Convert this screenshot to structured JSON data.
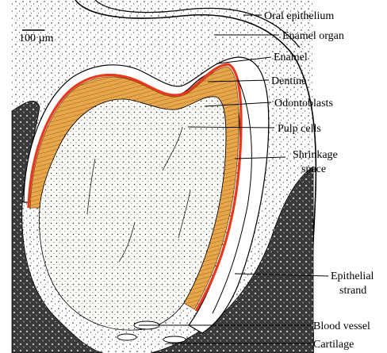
{
  "scale_bar": {
    "label": "100 µm"
  },
  "labels": {
    "oral_epithelium": "Oral epithelium",
    "enamel_organ": "Enamel organ",
    "enamel": "Enamel",
    "dentine": "Dentine",
    "odontoblasts": "Odontoblasts",
    "pulp_cells": "Pulp cells",
    "shrinkage_space_line1": "Shrinkage",
    "shrinkage_space_line2": "space",
    "epithelial_strand_line1": "Epithelial",
    "epithelial_strand_line2": "strand",
    "blood_vessel": "Blood vessel",
    "cartilage": "Cartilage"
  },
  "colors": {
    "dentine": "#e8a64a",
    "enamel": "#e8391c",
    "tissue_stipple": "#f3f1ec",
    "dark_tissue": "#3a3a3a"
  }
}
